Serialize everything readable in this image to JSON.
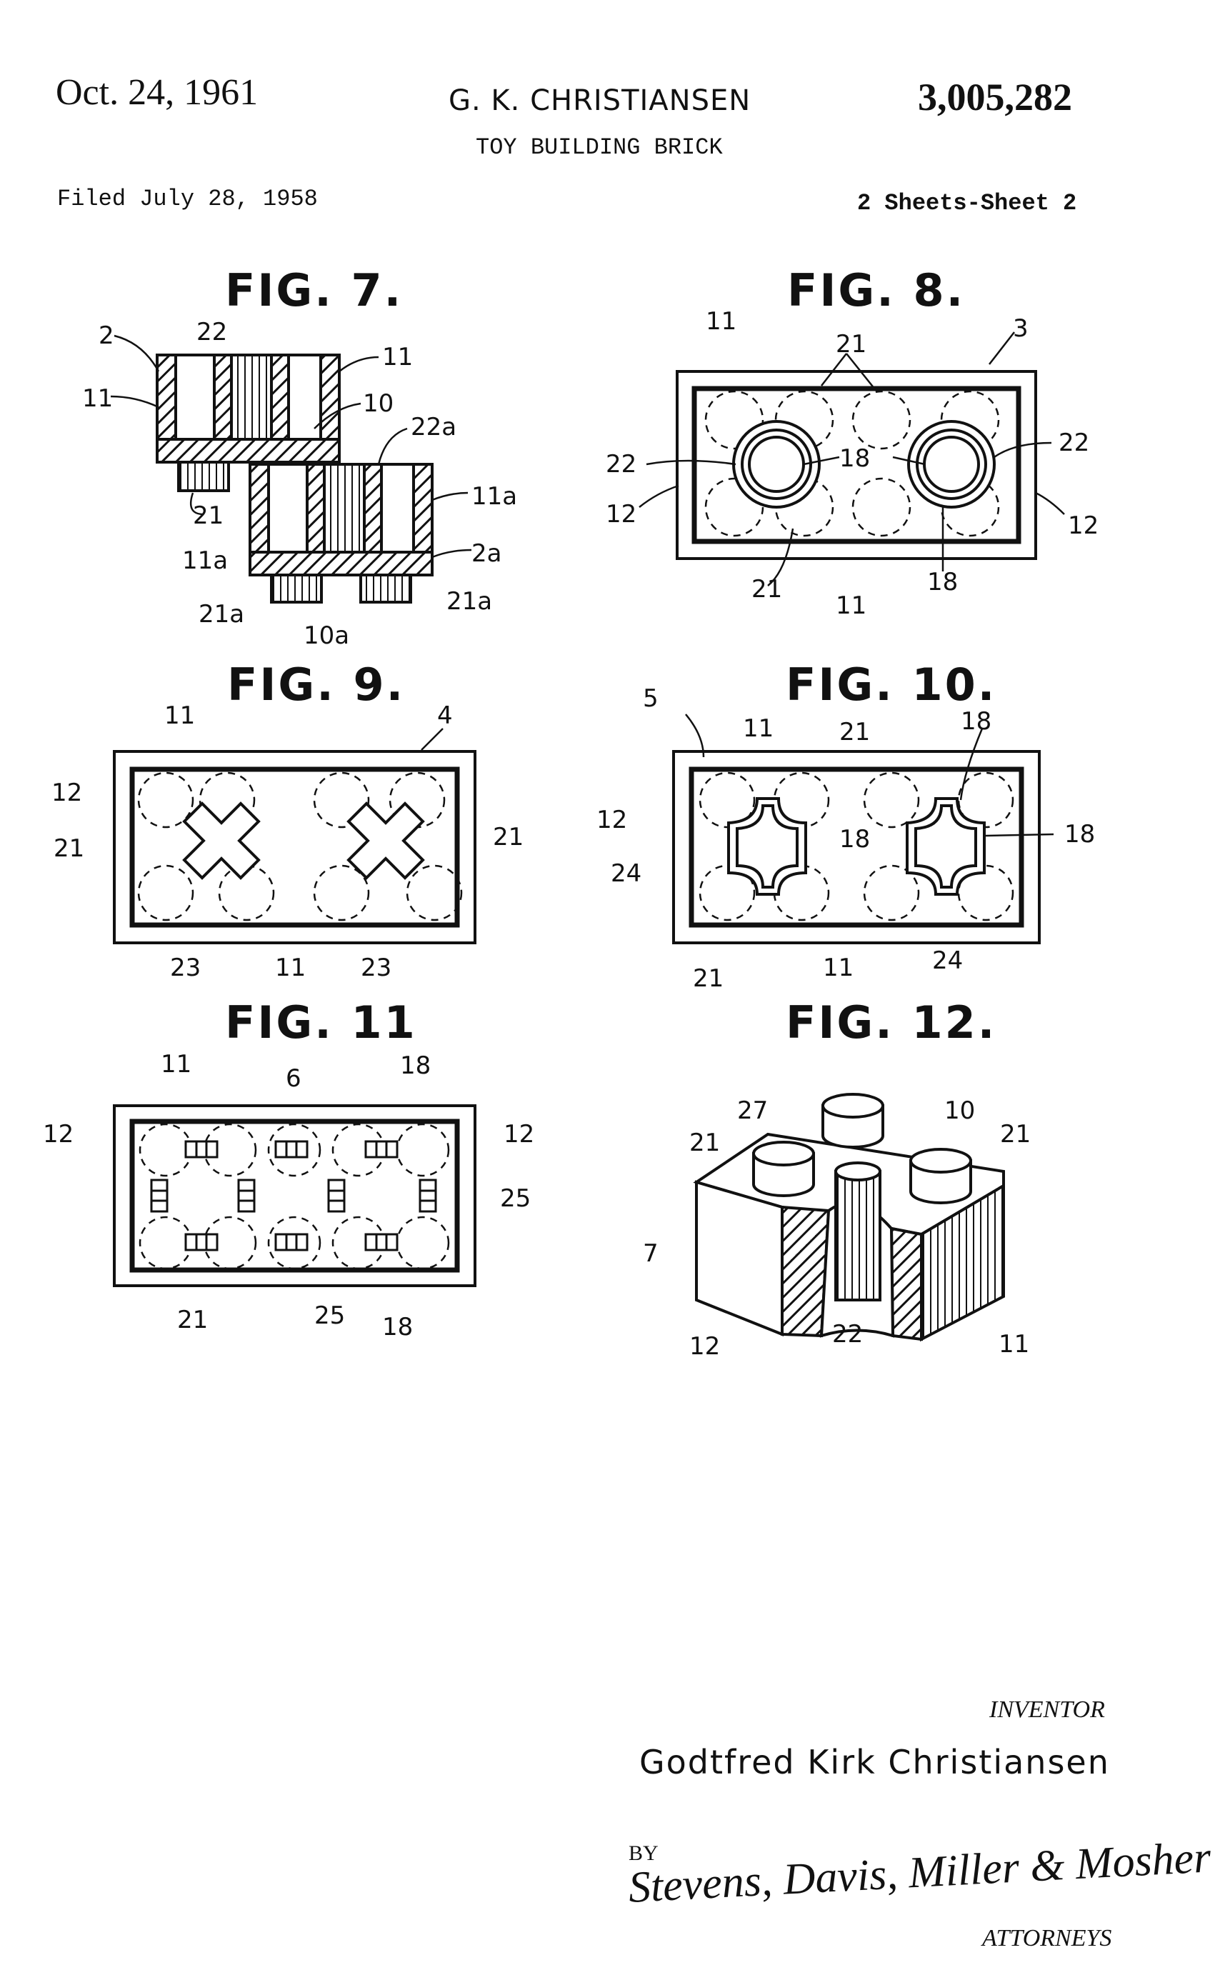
{
  "header": {
    "date": "Oct. 24, 1961",
    "inventor_short": "G. K. CHRISTIANSEN",
    "patent_number": "3,005,282",
    "title": "TOY BUILDING BRICK",
    "filed": "Filed July 28, 1958",
    "sheets": "2 Sheets-Sheet 2"
  },
  "figures": {
    "fig7": {
      "title": "FIG. 7.",
      "refs": [
        "2",
        "22",
        "11",
        "11",
        "10",
        "22a",
        "11a",
        "21",
        "11a",
        "2a",
        "21a",
        "21a",
        "10a"
      ]
    },
    "fig8": {
      "title": "FIG. 8.",
      "refs": [
        "11",
        "21",
        "3",
        "22",
        "18",
        "22",
        "12",
        "12",
        "21",
        "11",
        "18"
      ]
    },
    "fig9": {
      "title": "FIG. 9.",
      "refs": [
        "11",
        "4",
        "12",
        "21",
        "21",
        "23",
        "11",
        "23"
      ]
    },
    "fig10": {
      "title": "FIG. 10.",
      "refs": [
        "5",
        "11",
        "21",
        "18",
        "12",
        "18",
        "18",
        "24",
        "21",
        "11",
        "24"
      ]
    },
    "fig11": {
      "title": "FIG. 11",
      "refs": [
        "11",
        "6",
        "18",
        "12",
        "12",
        "25",
        "21",
        "25",
        "18"
      ]
    },
    "fig12": {
      "title": "FIG. 12.",
      "refs": [
        "27",
        "10",
        "21",
        "21",
        "7",
        "12",
        "22",
        "11"
      ]
    }
  },
  "footer": {
    "inventor_label": "INVENTOR",
    "inventor_name": "Godtfred Kirk Christiansen",
    "by": "BY",
    "signature": "Stevens, Davis, Miller & Mosher",
    "attorneys_label": "ATTORNEYS"
  }
}
